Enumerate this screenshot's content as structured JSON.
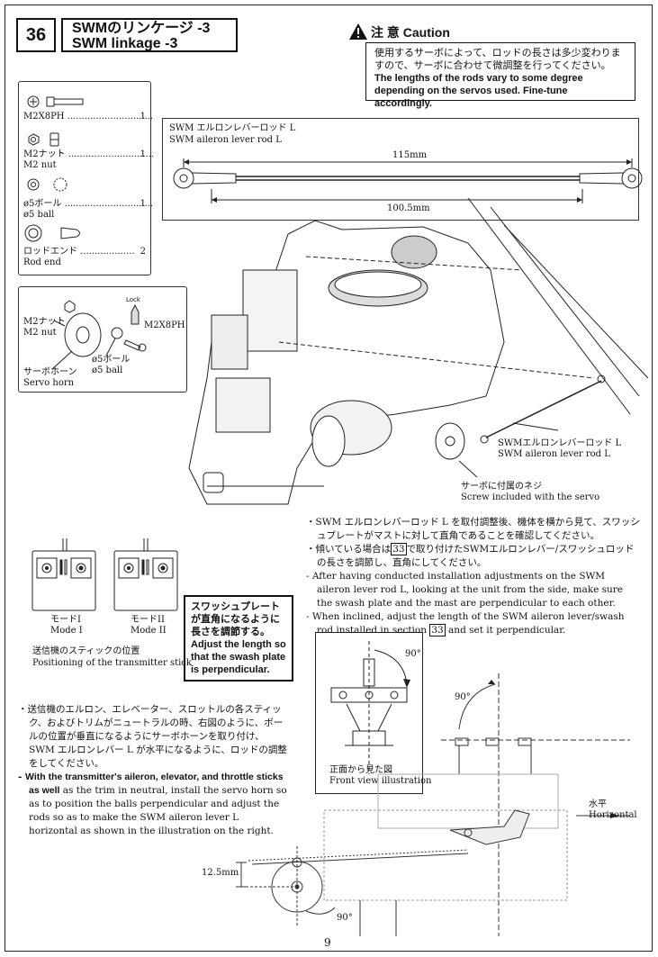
{
  "step": {
    "number": "36",
    "title_ja": "SWMのリンケージ -3",
    "title_en": "SWM linkage -3"
  },
  "caution": {
    "heading": "注 意  Caution",
    "text_ja": "使用するサーボによって、ロッドの長さは多少変わりますので、サーボに合わせて微調整を行ってください。",
    "text_en": "The lengths of the rods vary to some degree depending on the servos used. Fine-tune accordingly."
  },
  "parts": [
    {
      "name_ja": "M2X8PH",
      "name_en": "",
      "qty": "1"
    },
    {
      "name_ja": "M2ナット",
      "name_en": "M2 nut",
      "qty": "1"
    },
    {
      "name_ja": "ø5ボール",
      "name_en": "ø5 ball",
      "qty": "1"
    },
    {
      "name_ja": "ロッドエンド",
      "name_en": "Rod end",
      "qty": "2"
    }
  ],
  "rod": {
    "name_ja": "SWM エルロンレバーロッド L",
    "name_en": "SWM aileron lever rod L",
    "length_outer": "115mm",
    "length_inner": "100.5mm"
  },
  "servo_horn_callouts": {
    "nut_ja": "M2ナット",
    "nut_en": "M2 nut",
    "screw": "M2X8PH",
    "lock": "Lock",
    "ball_ja": "ø5ボール",
    "ball_en": "ø5 ball",
    "horn_ja": "サーボホーン",
    "horn_en": "Servo horn"
  },
  "main_callouts": {
    "rod_ja": "SWMエルロンレバーロッド L",
    "rod_en": "SWM aileron lever rod L",
    "screw_ja": "サーボに付属のネジ",
    "screw_en": "Screw included with the servo"
  },
  "instructions_right": {
    "ja_1": "SWM エルロンレバーロッド L を取付調整後、機体を横から見て、スワッシュプレートがマストに対して直角であることを確認してください。",
    "ja_2_pre": "傾いている場合は",
    "ja_2_ref": "33",
    "ja_2_post": "で取り付けたSWMエルロンレバー/スワッシュロッドの長さを調節し、直角にしてください。",
    "en_1": "After having conducted installation adjustments on the SWM aileron lever rod L, looking at the unit from the side, make sure the swash plate and the mast are perpendicular to each other.",
    "en_2_pre": "When inclined, adjust the length of the SWM aileron lever/swash rod installed in section",
    "en_2_ref": "33",
    "en_2_post": "and set it perpendicular."
  },
  "transmitter": {
    "mode1_ja": "モードI",
    "mode1_en": "Mode I",
    "mode2_ja": "モードII",
    "mode2_en": "Mode II",
    "caption_ja": "送信機のスティックの位置",
    "caption_en": "Positioning of the transmitter stick"
  },
  "note_box": {
    "ja": "スワッシュプレートが直角になるように長さを調節する。",
    "en": "Adjust the length so that the swash plate is perpendicular."
  },
  "instructions_left": {
    "ja": "送信機のエルロン、エレベーター、スロットルの各スティック、およびトリムがニュートラルの時、右図のように、ボールの位置が垂直になるようにサーボホーンを取り付け、SWM エルロンレバー L が水平になるように、ロッドの調整をしてください。",
    "en_bold": "With the transmitter's aileron, elevator, and throttle sticks as well",
    "en": "as the trim in neutral, install the servo horn so as to position the balls perpendicular and adjust the rods so as to make the SWM aileron lever L horizontal as shown in the illustration on the right."
  },
  "front_view": {
    "angle": "90°",
    "caption_ja": "正面から見た図",
    "caption_en": "Front view illustration"
  },
  "side_view": {
    "angle_top": "90°",
    "horizontal_ja": "水平",
    "horizontal_en": "Horizontal",
    "dim": "12.5mm",
    "angle_bottom": "90°"
  },
  "page_number": "9"
}
